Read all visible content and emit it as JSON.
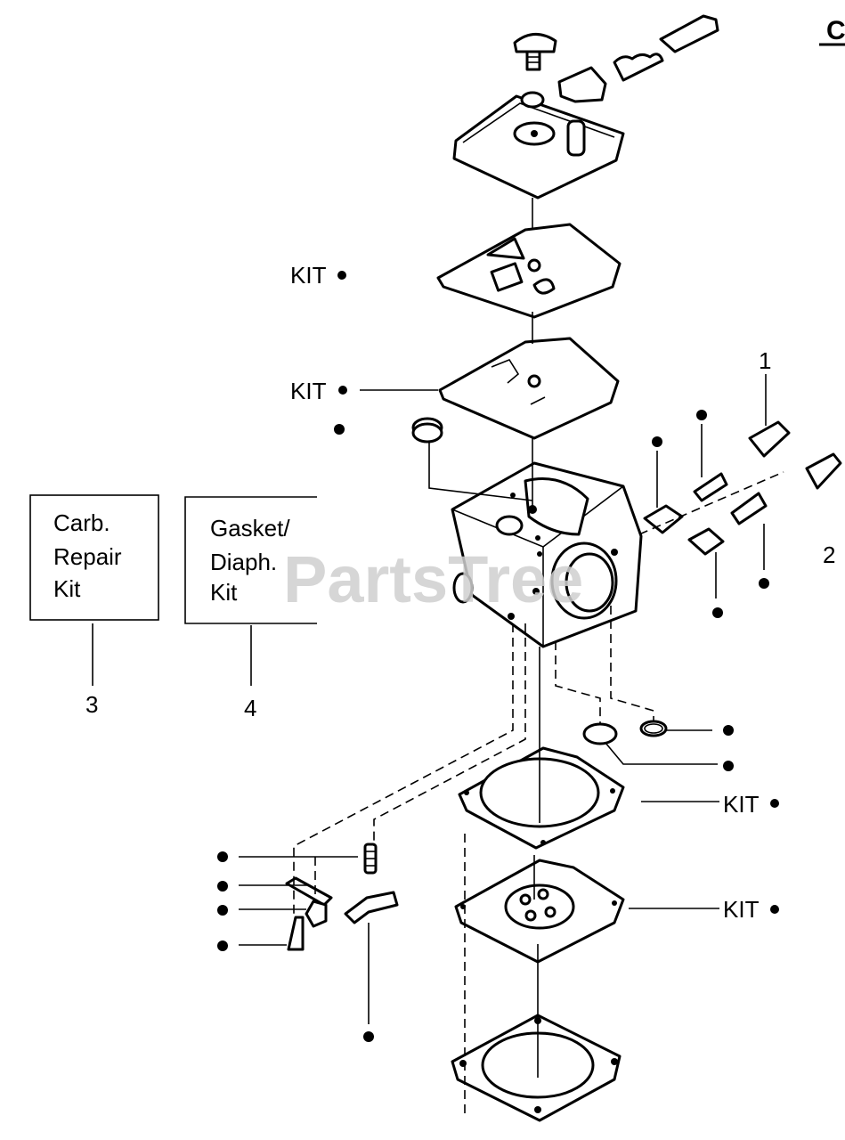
{
  "header": {
    "corner_letter": "C"
  },
  "watermark": "PartsTree",
  "callouts": {
    "kit_label": "KIT",
    "ref_1": "1",
    "ref_2": "2",
    "ref_3": "3",
    "ref_4": "4"
  },
  "kit_boxes": {
    "carb_repair": {
      "line1": "Carb.",
      "line2": "Repair",
      "line3": "Kit"
    },
    "gasket_diaph": {
      "line1": "Gasket/",
      "line2": "Diaph.",
      "line3": "Kit"
    }
  },
  "colors": {
    "ink": "#000000",
    "watermark": "#cfcfcf",
    "background": "#ffffff"
  }
}
